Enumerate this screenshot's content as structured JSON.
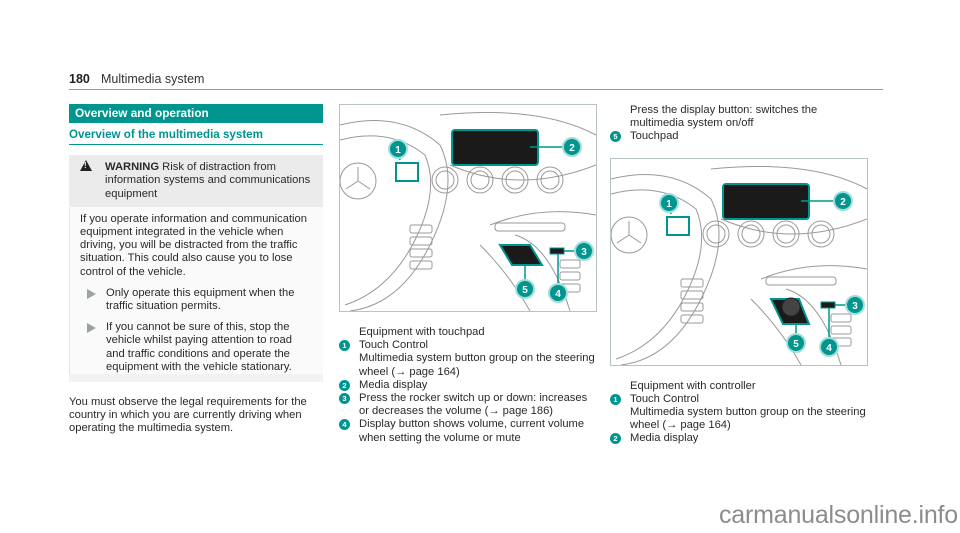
{
  "header": {
    "page_number": "180",
    "title": "Multimedia system"
  },
  "section": {
    "bar_title": "Overview and operation",
    "subtitle": "Overview of the multimedia system"
  },
  "warning": {
    "icon": "warning-triangle-icon",
    "label": "WARNING",
    "head_text": " Risk of distraction from information systems and communications equipment",
    "body": "If you operate information and communication equipment integrated in the vehicle when driving, you will be distracted from the traffic situation. This could also cause you to lose control of the vehicle.",
    "bullets": [
      "Only operate this equipment when the traffic situation permits.",
      "If you cannot be sure of this, stop the vehicle whilst paying attention to road and traffic conditions and operate the equipment with the vehicle stationary."
    ]
  },
  "legal_paragraph": "You must observe the legal requirements for the country in which you are currently driving when operating the multimedia system.",
  "figure_touchpad": {
    "callouts": [
      "1",
      "2",
      "3",
      "4",
      "5"
    ],
    "caption": "Equipment with touchpad",
    "items": [
      {
        "num": "1",
        "text": "Touch Control"
      },
      {
        "num": "",
        "text": "Multimedia system button group on the steering wheel (→ page 164)"
      },
      {
        "num": "2",
        "text": "Media display"
      },
      {
        "num": "3",
        "text": "Press the rocker switch up or down: increases or decreases the volume (→ page 186)"
      },
      {
        "num": "4",
        "text": "Display button shows volume, current volume when setting the volume or mute"
      }
    ]
  },
  "col3_continued": [
    {
      "num": "",
      "text": "Press the display button: switches the multimedia system on/off"
    },
    {
      "num": "5",
      "text": "Touchpad"
    }
  ],
  "figure_controller": {
    "callouts": [
      "1",
      "2",
      "3",
      "4",
      "5"
    ],
    "caption": "Equipment with controller",
    "items": [
      {
        "num": "1",
        "text": "Touch Control"
      },
      {
        "num": "",
        "text": "Multimedia system button group on the steering wheel (→ page 164)"
      },
      {
        "num": "2",
        "text": "Media display"
      }
    ]
  },
  "colors": {
    "accent": "#00958f",
    "warning_bg": "#f2f2f2"
  },
  "watermark": "carmanualsonline.info"
}
